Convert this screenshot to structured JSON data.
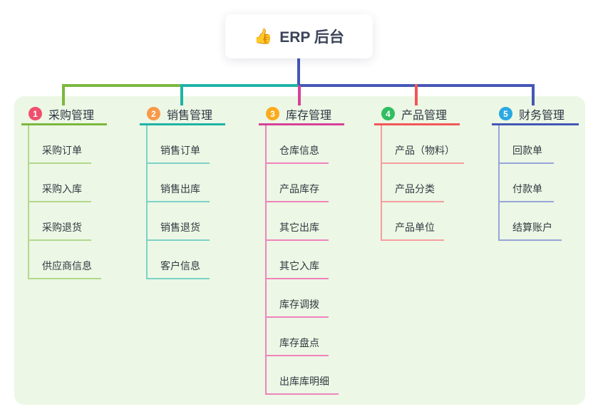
{
  "root": {
    "icon": "👍",
    "title": "ERP 后台",
    "colors": {
      "line": "#4557b6"
    }
  },
  "panel": {
    "colors": {
      "bg": "#ecf7e5"
    }
  },
  "branches": [
    {
      "number": "1",
      "label": "采购管理",
      "colors": {
        "badge": "#ef4f6d",
        "line": "#7cb83f",
        "sub": "#b2d88c"
      },
      "items": [
        "采购订单",
        "采购入库",
        "采购退货",
        "供应商信息"
      ]
    },
    {
      "number": "2",
      "label": "销售管理",
      "colors": {
        "badge": "#f8994a",
        "line": "#1fb3a6",
        "sub": "#7dd2c7"
      },
      "items": [
        "销售订单",
        "销售出库",
        "销售退货",
        "客户信息"
      ]
    },
    {
      "number": "3",
      "label": "库存管理",
      "colors": {
        "badge": "#fbab1f",
        "line": "#d6419a",
        "sub": "#f083bc"
      },
      "items": [
        "仓库信息",
        "产品库存",
        "其它出库",
        "其它入库",
        "库存调拨",
        "库存盘点",
        "出库库明细"
      ]
    },
    {
      "number": "4",
      "label": "产品管理",
      "colors": {
        "badge": "#2fbe61",
        "line": "#f25659",
        "sub": "#f69d9e"
      },
      "items": [
        "产品（物料）",
        "产品分类",
        "产品单位"
      ]
    },
    {
      "number": "5",
      "label": "财务管理",
      "colors": {
        "badge": "#2ba8e1",
        "line": "#4557b6",
        "sub": "#97a5da"
      },
      "items": [
        "回款单",
        "付款单",
        "结算账户"
      ]
    }
  ]
}
